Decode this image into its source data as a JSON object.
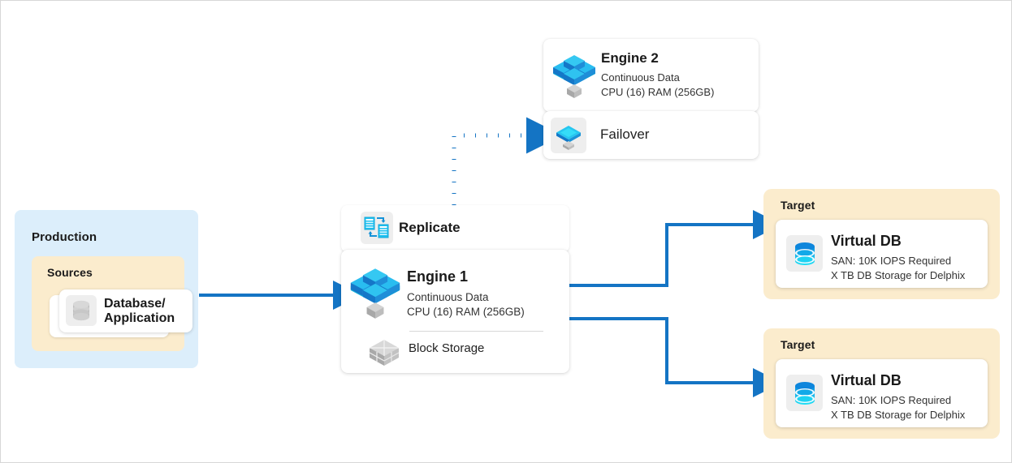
{
  "diagram": {
    "type": "architecture-flow",
    "colors": {
      "arrow": "#1474c4",
      "group_blue": "#dceefb",
      "group_tan": "#fbeccd",
      "card_white": "#ffffff",
      "icon_tile": "#eeeeee",
      "engine_blue": "#0f9ae0",
      "engine_cyan": "#24cdf0",
      "storage_gray": "#b3b3b3",
      "text_dark": "#1a1a1a"
    },
    "production": {
      "label": "Production",
      "sources": {
        "label": "Sources",
        "card": {
          "title": "Database/",
          "title_line2": "Application",
          "icon": "database-cylinder-gray-icon"
        }
      }
    },
    "engine2_group": {
      "engine": {
        "title": "Engine 2",
        "line1": "Continuous Data",
        "line2": "CPU (16) RAM (256GB)",
        "icon": "engine-cubes-blue-icon"
      },
      "failover": {
        "title": "Failover",
        "icon": "engine-platform-empty-icon"
      }
    },
    "replicate_group": {
      "replicate": {
        "title": "Replicate",
        "icon": "replicate-sync-icon"
      },
      "engine": {
        "title": "Engine 1",
        "line1": "Continuous Data",
        "line2": "CPU (16) RAM (256GB)",
        "icon": "engine-cubes-blue-icon"
      },
      "block_storage": {
        "title": "Block Storage",
        "icon": "block-storage-cube-gray-icon"
      }
    },
    "targets": [
      {
        "label": "Target",
        "card": {
          "title": "Virtual DB",
          "line1": "SAN: 10K IOPS Required",
          "line2": "X TB DB Storage for Delphix",
          "icon": "virtual-db-cylinder-cyan-icon"
        }
      },
      {
        "label": "Target",
        "card": {
          "title": "Virtual DB",
          "line1": "SAN: 10K IOPS Required",
          "line2": "X TB DB Storage for Delphix",
          "icon": "virtual-db-cylinder-cyan-icon"
        }
      }
    ],
    "connectors": [
      {
        "name": "production-to-engine1",
        "style": "solid",
        "from": "Sources",
        "to": "Engine 1"
      },
      {
        "name": "engine1-to-target-1",
        "style": "solid",
        "from": "Engine 1",
        "to": "Target 1 Virtual DB"
      },
      {
        "name": "engine1-to-target-2",
        "style": "solid",
        "from": "Engine 1",
        "to": "Target 2 Virtual DB"
      },
      {
        "name": "replicate-to-failover",
        "style": "dotted",
        "from": "Replicate",
        "to": "Failover"
      }
    ]
  }
}
